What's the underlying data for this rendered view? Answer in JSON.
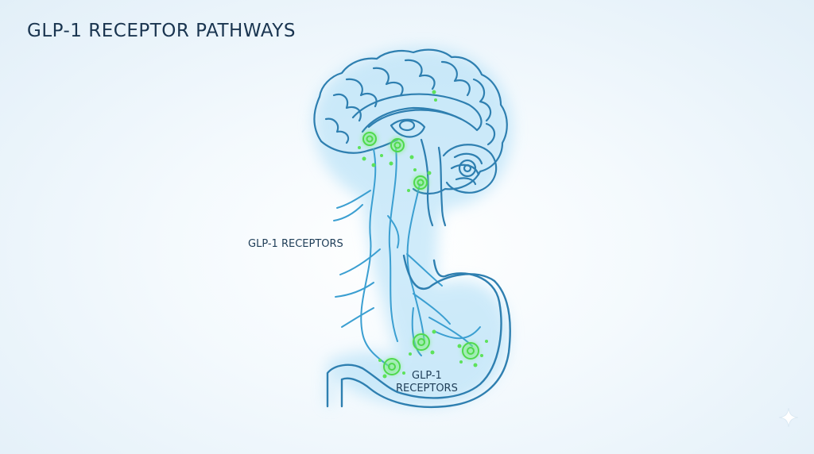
{
  "title": "GLP-1 RECEPTOR PATHWAYS",
  "labels": {
    "nerve_receptors": "GLP-1 RECEPTORS",
    "stomach_receptors_line1": "GLP-1",
    "stomach_receptors_line2": "RECEPTORS"
  },
  "colors": {
    "outline": "#2e7fb0",
    "nerve": "#3b9fd1",
    "glow": "#8fd4f5",
    "receptor": "#5de25a",
    "title_text": "#1a3550"
  },
  "icons": [
    "brain-icon",
    "stomach-icon",
    "receptor-site-icon",
    "sparkle-icon"
  ]
}
